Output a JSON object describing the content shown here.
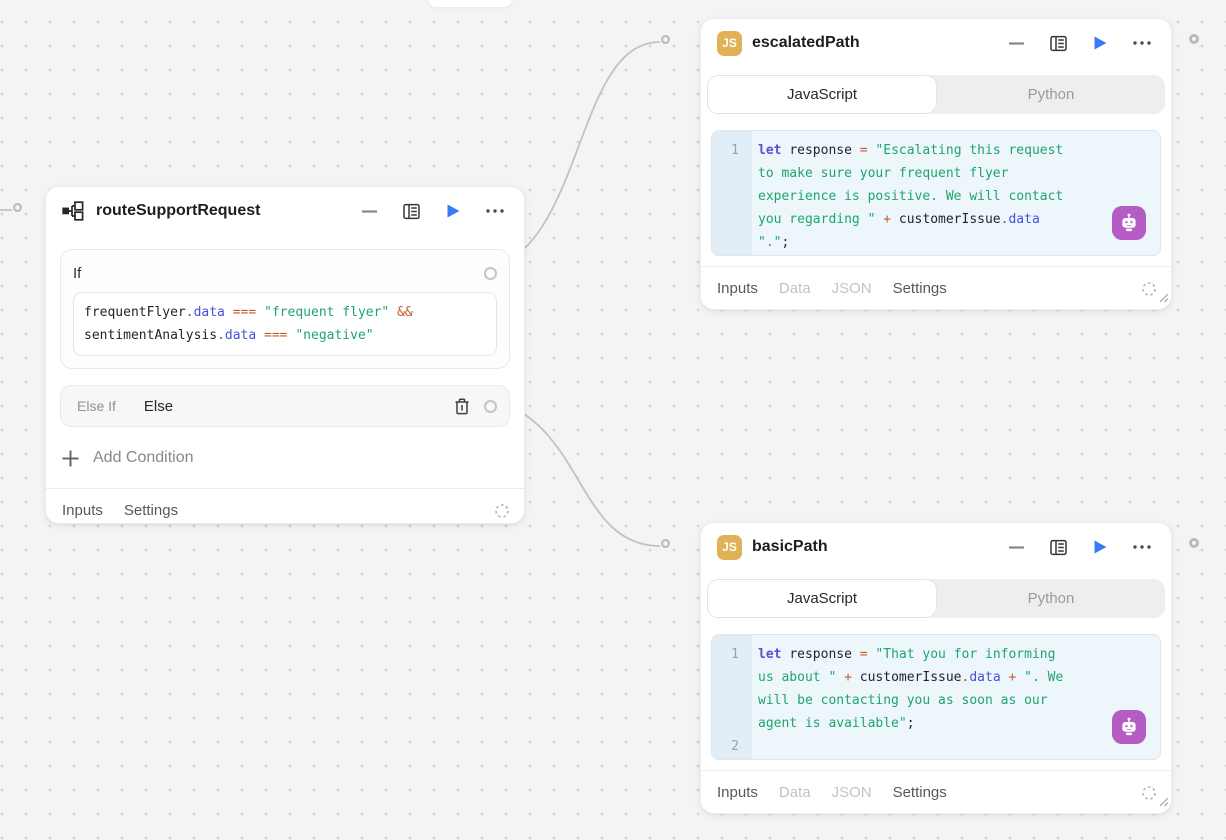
{
  "colors": {
    "accent": "#3b7cf6",
    "badge": "#dfb257",
    "robot": "#b55bc4",
    "kw": "#5a50d4",
    "id": "#20242c",
    "prop": "#4651d9",
    "op": "#c75a26",
    "dot": "#a8452c",
    "str": "#1ea56f",
    "num": "#9aa2aa",
    "code-bg": "#edf6fb",
    "gutter-bg": "#e2eef7",
    "edge": "#c3c2c0",
    "port": "#b9b9b7"
  },
  "router_node": {
    "title": "routeSupportRequest",
    "if_section": {
      "label": "If"
    },
    "condition": {
      "gutter": false,
      "lines": [
        {
          "num": "",
          "tokens": [
            [
              "id",
              "frequentFlyer"
            ],
            [
              "dot",
              "."
            ],
            [
              "prop",
              "data"
            ],
            [
              "pl",
              " "
            ],
            [
              "op",
              "==="
            ],
            [
              "pl",
              " "
            ],
            [
              "str",
              "\"frequent flyer\""
            ],
            [
              "pl",
              " "
            ],
            [
              "op",
              "&&"
            ]
          ]
        },
        {
          "num": "",
          "tokens": [
            [
              "id",
              "sentimentAnalysis"
            ],
            [
              "dot",
              "."
            ],
            [
              "prop",
              "data"
            ],
            [
              "pl",
              " "
            ],
            [
              "op",
              "==="
            ],
            [
              "pl",
              " "
            ],
            [
              "str",
              "\"negative\""
            ]
          ]
        }
      ]
    },
    "else_if": {
      "label": "Else If",
      "value": "Else"
    },
    "add_condition_label": "Add Condition",
    "footer_tabs": [
      {
        "label": "Inputs",
        "muted": false
      },
      {
        "label": "Settings",
        "muted": false
      }
    ]
  },
  "escalated_node": {
    "badge": "JS",
    "title": "escalatedPath",
    "lang_tabs": [
      {
        "label": "JavaScript",
        "active": true
      },
      {
        "label": "Python",
        "active": false
      }
    ],
    "code": {
      "gutter": true,
      "lines": [
        {
          "num": "1",
          "tokens": [
            [
              "kw",
              "let"
            ],
            [
              "pl",
              " "
            ],
            [
              "id",
              "response"
            ],
            [
              "pl",
              " "
            ],
            [
              "op",
              "="
            ],
            [
              "pl",
              " "
            ],
            [
              "str",
              "\"Escalating this request"
            ]
          ]
        },
        {
          "num": "",
          "tokens": [
            [
              "str",
              "to make sure your frequent flyer"
            ]
          ]
        },
        {
          "num": "",
          "tokens": [
            [
              "str",
              "experience is positive. We will contact"
            ]
          ]
        },
        {
          "num": "",
          "tokens": [
            [
              "str",
              "you regarding \""
            ],
            [
              "pl",
              " "
            ],
            [
              "op",
              "+"
            ],
            [
              "pl",
              " "
            ],
            [
              "id",
              "customerIssue"
            ],
            [
              "dot",
              "."
            ],
            [
              "prop",
              "data"
            ]
          ]
        },
        {
          "num": "",
          "tokens": [
            [
              "str",
              "\".\""
            ],
            [
              "pl",
              ";"
            ]
          ]
        }
      ]
    },
    "footer_tabs": [
      {
        "label": "Inputs",
        "muted": false
      },
      {
        "label": "Data",
        "muted": true
      },
      {
        "label": "JSON",
        "muted": true
      },
      {
        "label": "Settings",
        "muted": false
      }
    ]
  },
  "basic_node": {
    "badge": "JS",
    "title": "basicPath",
    "lang_tabs": [
      {
        "label": "JavaScript",
        "active": true
      },
      {
        "label": "Python",
        "active": false
      }
    ],
    "code": {
      "gutter": true,
      "lines": [
        {
          "num": "1",
          "tokens": [
            [
              "kw",
              "let"
            ],
            [
              "pl",
              " "
            ],
            [
              "id",
              "response"
            ],
            [
              "pl",
              " "
            ],
            [
              "op",
              "="
            ],
            [
              "pl",
              " "
            ],
            [
              "str",
              "\"That you for informing"
            ]
          ]
        },
        {
          "num": "",
          "tokens": [
            [
              "str",
              "us about \""
            ],
            [
              "pl",
              " "
            ],
            [
              "op",
              "+"
            ],
            [
              "pl",
              " "
            ],
            [
              "id",
              "customerIssue"
            ],
            [
              "dot",
              "."
            ],
            [
              "prop",
              "data"
            ],
            [
              "pl",
              " "
            ],
            [
              "op",
              "+"
            ],
            [
              "pl",
              " "
            ],
            [
              "str",
              "\". We"
            ]
          ]
        },
        {
          "num": "",
          "tokens": [
            [
              "str",
              "will be contacting you as soon as our"
            ]
          ]
        },
        {
          "num": "",
          "tokens": [
            [
              "str",
              "agent is available\""
            ],
            [
              "pl",
              ";"
            ]
          ]
        },
        {
          "num": "2",
          "tokens": []
        }
      ]
    },
    "footer_tabs": [
      {
        "label": "Inputs",
        "muted": false
      },
      {
        "label": "Data",
        "muted": true
      },
      {
        "label": "JSON",
        "muted": true
      },
      {
        "label": "Settings",
        "muted": false
      }
    ]
  }
}
